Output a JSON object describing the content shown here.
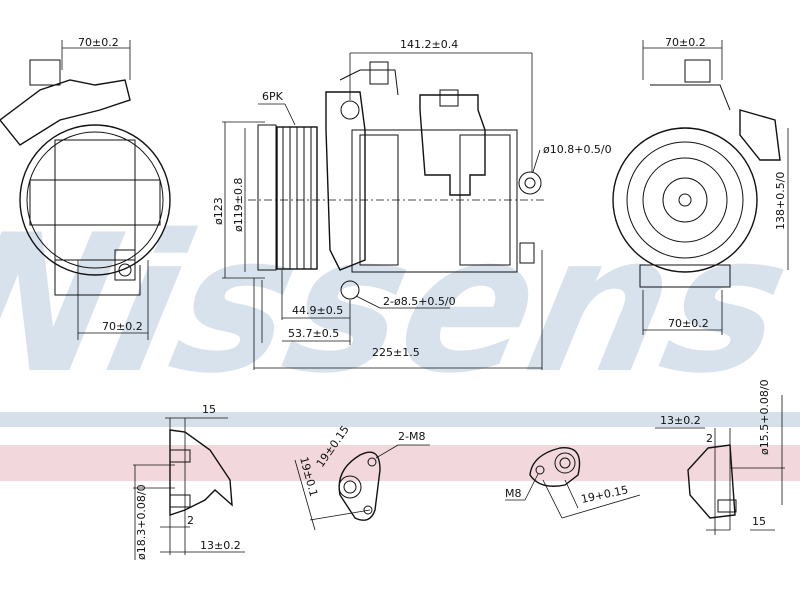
{
  "watermark": "Nissens",
  "colors": {
    "band_blue": "#d5e0ea",
    "band_pink": "#f2d7dd",
    "watermark": "#b9cce0",
    "line": "#111111"
  },
  "front_view_left": {
    "width_top": "70±0.2",
    "width_bottom": "70±0.2"
  },
  "side_view": {
    "overall_mount": "141.2±0.4",
    "pulley_type": "6PK",
    "mount_hole": "ø10.8+0.5/0",
    "pulley_outer": "ø123",
    "pulley_groove": "ø119±0.8",
    "dim_a": "44.9±0.5",
    "dim_b": "53.7±0.5",
    "overall_length": "225±1.5",
    "bolt_holes": "2-ø8.5+0.5/0"
  },
  "rear_view_right": {
    "width_top": "70±0.2",
    "width_bottom": "70±0.2",
    "height": "138+0.5/0"
  },
  "port_details": {
    "left_section": {
      "width": "15",
      "diameter": "ø18.3+0.08/0",
      "step": "2",
      "offset": "13±0.2"
    },
    "flange_a": {
      "dim_a": "19±0.1",
      "dim_b": "19±0.15",
      "thread": "2-M8"
    },
    "flange_b": {
      "thread": "M8",
      "dim": "19+0.15"
    },
    "right_section": {
      "offset": "13±0.2",
      "step": "2",
      "diameter": "ø15.5+0.08/0",
      "width": "15"
    }
  }
}
